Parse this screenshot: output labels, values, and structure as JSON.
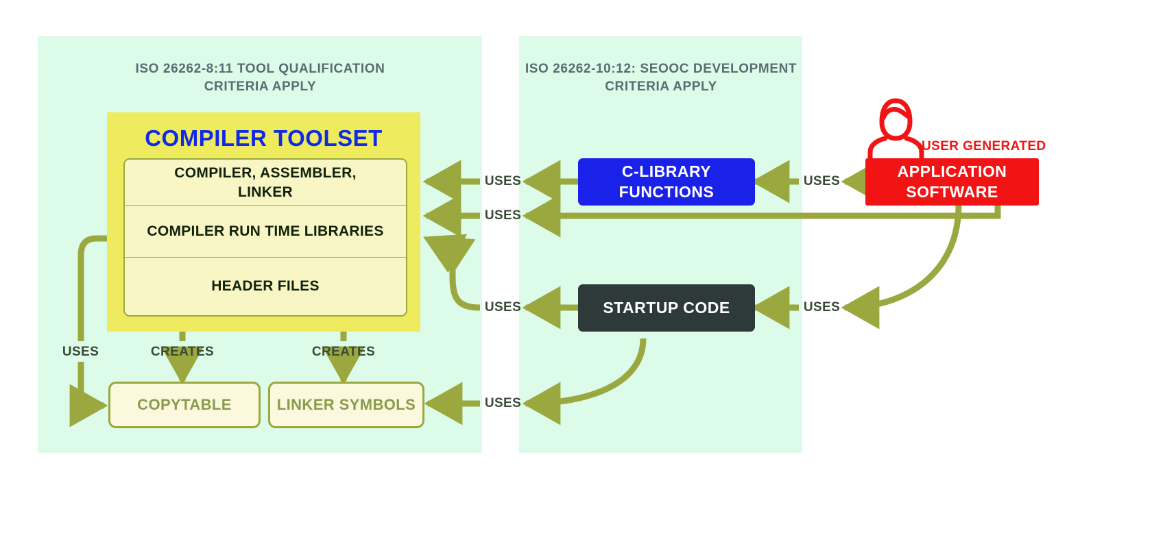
{
  "panels": {
    "left": {
      "title_line1": "ISO 26262-8:11 TOOL QUALIFICATION",
      "title_line2": "CRITERIA APPLY",
      "bg": "#dcfbe8"
    },
    "right": {
      "title_line1": "ISO 26262-10:12: SEOOC DEVELOPMENT",
      "title_line2": "CRITERIA APPLY",
      "bg": "#dcfbe8"
    }
  },
  "toolset": {
    "title": "COMPILER TOOLSET",
    "title_color": "#1028e8",
    "bg": "#eeeb5e",
    "items": [
      {
        "label_line1": "COMPILER, ASSEMBLER,",
        "label_line2": "LINKER"
      },
      {
        "label_line1": "COMPILER RUN TIME LIBRARIES",
        "label_line2": ""
      },
      {
        "label_line1": "HEADER FILES",
        "label_line2": ""
      }
    ]
  },
  "outputs": [
    {
      "label": "COPYTABLE"
    },
    {
      "label": "LINKER SYMBOLS"
    }
  ],
  "blocks": {
    "c_library": {
      "line1": "C-LIBRARY",
      "line2": "FUNCTIONS",
      "color": "#1a21e8"
    },
    "startup_code": {
      "line1": "STARTUP CODE",
      "line2": "",
      "color": "#2e3a39"
    },
    "application_software": {
      "line1": "APPLICATION",
      "line2": "SOFTWARE",
      "color": "#f21414"
    }
  },
  "user": {
    "label": "USER GENERATED",
    "color": "#f21414",
    "icon": "user-icon"
  },
  "edges": {
    "uses": "USES",
    "creates": "CREATES",
    "color": "#9aa83f",
    "list": [
      {
        "from": "application-software",
        "to": "c-library-functions",
        "label": "USES"
      },
      {
        "from": "c-library-functions",
        "to": "compiler-assembler-linker",
        "label": "USES"
      },
      {
        "from": "application-software",
        "to": "compiler-run-time-libraries",
        "label": "USES"
      },
      {
        "from": "application-software",
        "to": "startup-code",
        "label": "USES"
      },
      {
        "from": "startup-code",
        "to": "compiler-run-time-libraries",
        "label": "USES"
      },
      {
        "from": "startup-code",
        "to": "linker-symbols",
        "label": "USES"
      },
      {
        "from": "compiler-run-time-libraries",
        "to": "copytable",
        "label": "USES"
      },
      {
        "from": "compiler-toolset",
        "to": "copytable",
        "label": "CREATES"
      },
      {
        "from": "compiler-toolset",
        "to": "linker-symbols",
        "label": "CREATES"
      }
    ]
  }
}
